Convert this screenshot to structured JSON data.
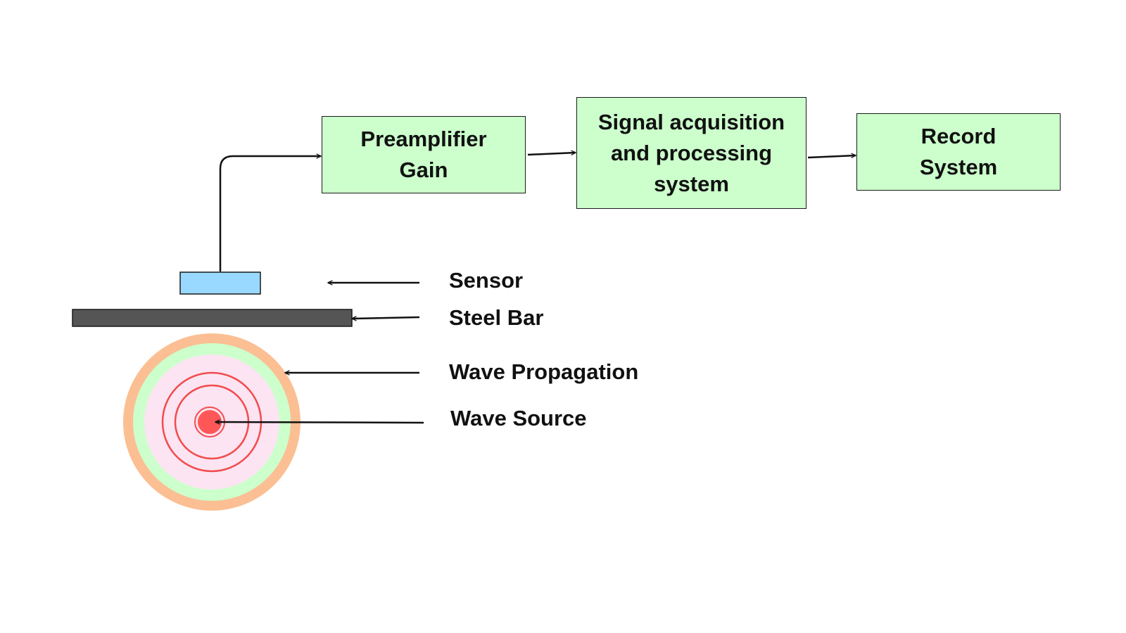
{
  "colors": {
    "box_fill": "#ccffcc",
    "sensor": "#99d9ff",
    "steel_bar": "#555555",
    "wave_outer": "#fbbf93",
    "wave_green": "#ccffcc",
    "wave_pink": "#fce4f2",
    "wave_rings": "#f24b4b",
    "source": "#ff5757"
  },
  "blocks": [
    {
      "id": "preamplifier",
      "label": "Preamplifier\nGain"
    },
    {
      "id": "signal",
      "label": "Signal acquisition\nand processing\nsystem"
    },
    {
      "id": "record",
      "label": "Record\nSystem"
    }
  ],
  "callouts": {
    "sensor": "Sensor",
    "steel_bar": "Steel Bar",
    "wave_propagation": "Wave Propagation",
    "wave_source": "Wave Source"
  }
}
